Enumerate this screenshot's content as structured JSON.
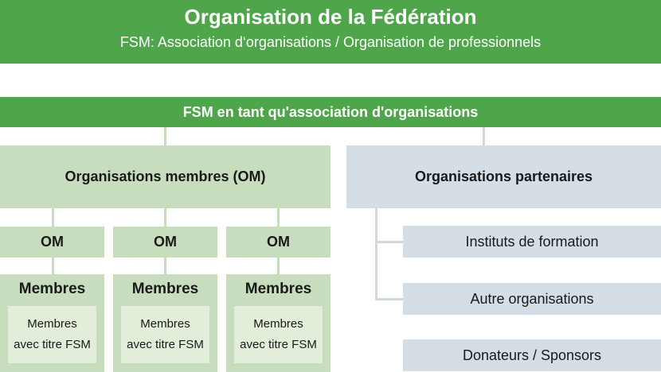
{
  "header": {
    "title": "Organisation de la Fédération",
    "subtitle": "FSM: Association d‘organisations / Organisation de professionnels"
  },
  "association_bar": "FSM en tant qu'association d'organisations",
  "member_orgs": {
    "title": "Organisations membres (OM)",
    "columns": [
      {
        "om": "OM",
        "members": "Membres",
        "titled_members_line1": "Membres",
        "titled_members_line2": "avec titre FSM"
      },
      {
        "om": "OM",
        "members": "Membres",
        "titled_members_line1": "Membres",
        "titled_members_line2": "avec titre FSM"
      },
      {
        "om": "OM",
        "members": "Membres",
        "titled_members_line1": "Membres",
        "titled_members_line2": "avec titre FSM"
      }
    ]
  },
  "partner_orgs": {
    "title": "Organisations partenaires",
    "items": [
      "Instituts de formation",
      "Autre organisations",
      "Donateurs / Sponsors"
    ]
  }
}
